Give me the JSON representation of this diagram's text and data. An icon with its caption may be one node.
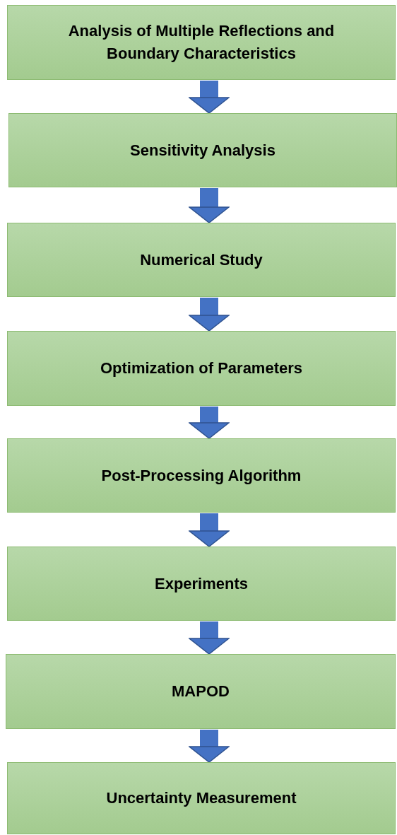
{
  "diagram": {
    "nodes": [
      {
        "text": [
          "Analysis of Multiple Reflections and Boundary Characteristics"
        ]
      },
      {
        "text": [
          "Sensitivity Analysis"
        ]
      },
      {
        "text": [
          "Numerical Study"
        ]
      },
      {
        "text": [
          "Optimization of Parameters"
        ]
      },
      {
        "text": [
          "Post-Processing Algorithm"
        ]
      },
      {
        "text": [
          "Experiments"
        ]
      },
      {
        "text": [
          "MAPOD"
        ]
      },
      {
        "text": [
          "Uncertainty Measurement"
        ]
      }
    ],
    "edges": [
      {
        "from": 0,
        "to": 1,
        "arrow": "to"
      },
      {
        "from": 1,
        "to": 2,
        "arrow": "to"
      },
      {
        "from": 2,
        "to": 3,
        "arrow": "to"
      },
      {
        "from": 3,
        "to": 4,
        "arrow": "to"
      },
      {
        "from": 4,
        "to": 5,
        "arrow": "to"
      },
      {
        "from": 5,
        "to": 6,
        "arrow": "to"
      },
      {
        "from": 6,
        "to": 7,
        "arrow": "to"
      }
    ]
  }
}
